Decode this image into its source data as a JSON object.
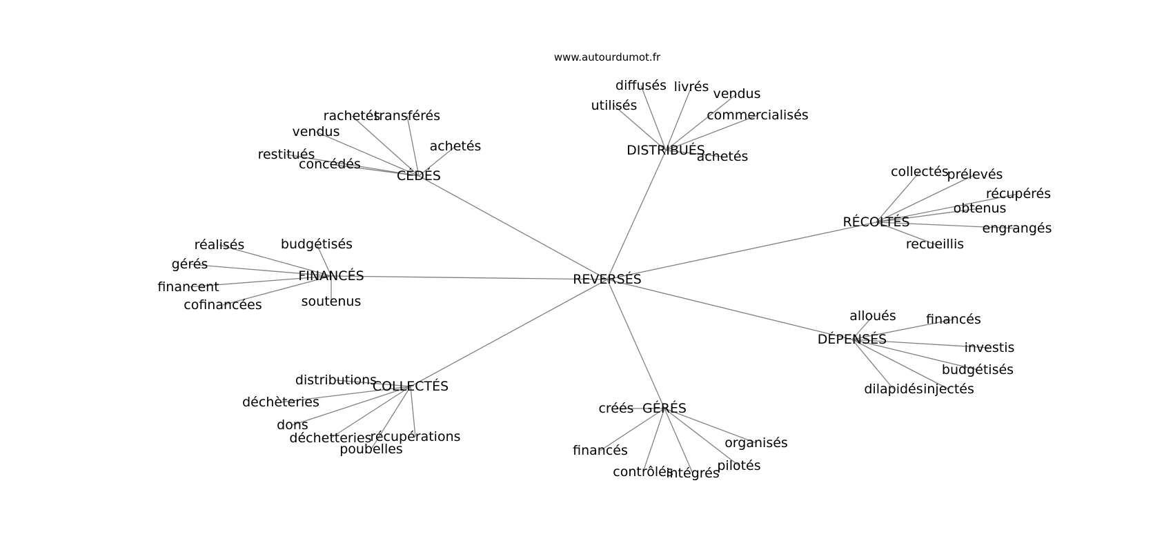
{
  "source": "www.autourdumot.fr",
  "center": "REVERSÉS",
  "groups": [
    {
      "label": "CÉDÉS",
      "children": [
        "rachetés",
        "transférés",
        "vendus",
        "achetés",
        "restitués",
        "concédés"
      ]
    },
    {
      "label": "DISTRIBUÉS",
      "children": [
        "diffusés",
        "livrés",
        "vendus",
        "utilisés",
        "commercialisés",
        "achetés"
      ]
    },
    {
      "label": "RÉCOLTÉS",
      "children": [
        "collectés",
        "prélevés",
        "récupérés",
        "obtenus",
        "engrangés",
        "recueillis"
      ]
    },
    {
      "label": "FINANCÉS",
      "children": [
        "réalisés",
        "budgétisés",
        "gérés",
        "financent",
        "cofinancées",
        "soutenus"
      ]
    },
    {
      "label": "DÉPENSÉS",
      "children": [
        "alloués",
        "financés",
        "investis",
        "budgétisés",
        "dilapidés",
        "injectés"
      ]
    },
    {
      "label": "COLLECTÉS",
      "children": [
        "distributions",
        "déchèteries",
        "dons",
        "déchetteries",
        "récupérations",
        "poubelles"
      ]
    },
    {
      "label": "GÉRÉS",
      "children": [
        "créés",
        "financés",
        "organisés",
        "pilotés",
        "contrôlés",
        "intégrés"
      ]
    }
  ]
}
